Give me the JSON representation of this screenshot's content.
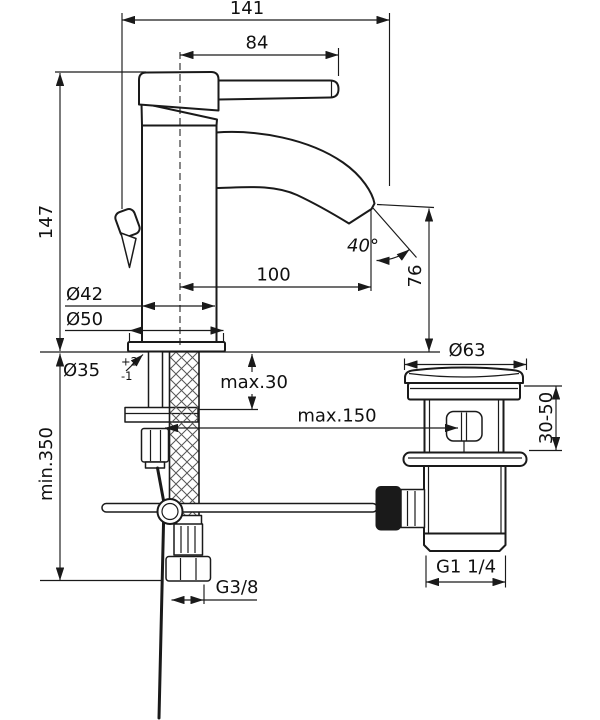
{
  "drawing": {
    "dims": {
      "total_length": "141",
      "lever_length": "84",
      "body_height": "147",
      "body_diameter": "Ø42",
      "base_diameter": "Ø50",
      "hole_diameter": "Ø35",
      "hole_tol_plus": "+2",
      "hole_tol_minus": "-1",
      "spout_reach": "100",
      "spout_angle": "40°",
      "spout_height": "76",
      "deck_thickness_max": "max.30",
      "linkage_max": "max.150",
      "clearance_min": "min.350",
      "waste_cap_diameter": "Ø63",
      "waste_adjust_range": "30-50",
      "waste_thread": "G1 1/4",
      "supply_thread": "G3/8"
    },
    "colors": {
      "line": "#1a1a1a",
      "background": "#ffffff"
    }
  }
}
